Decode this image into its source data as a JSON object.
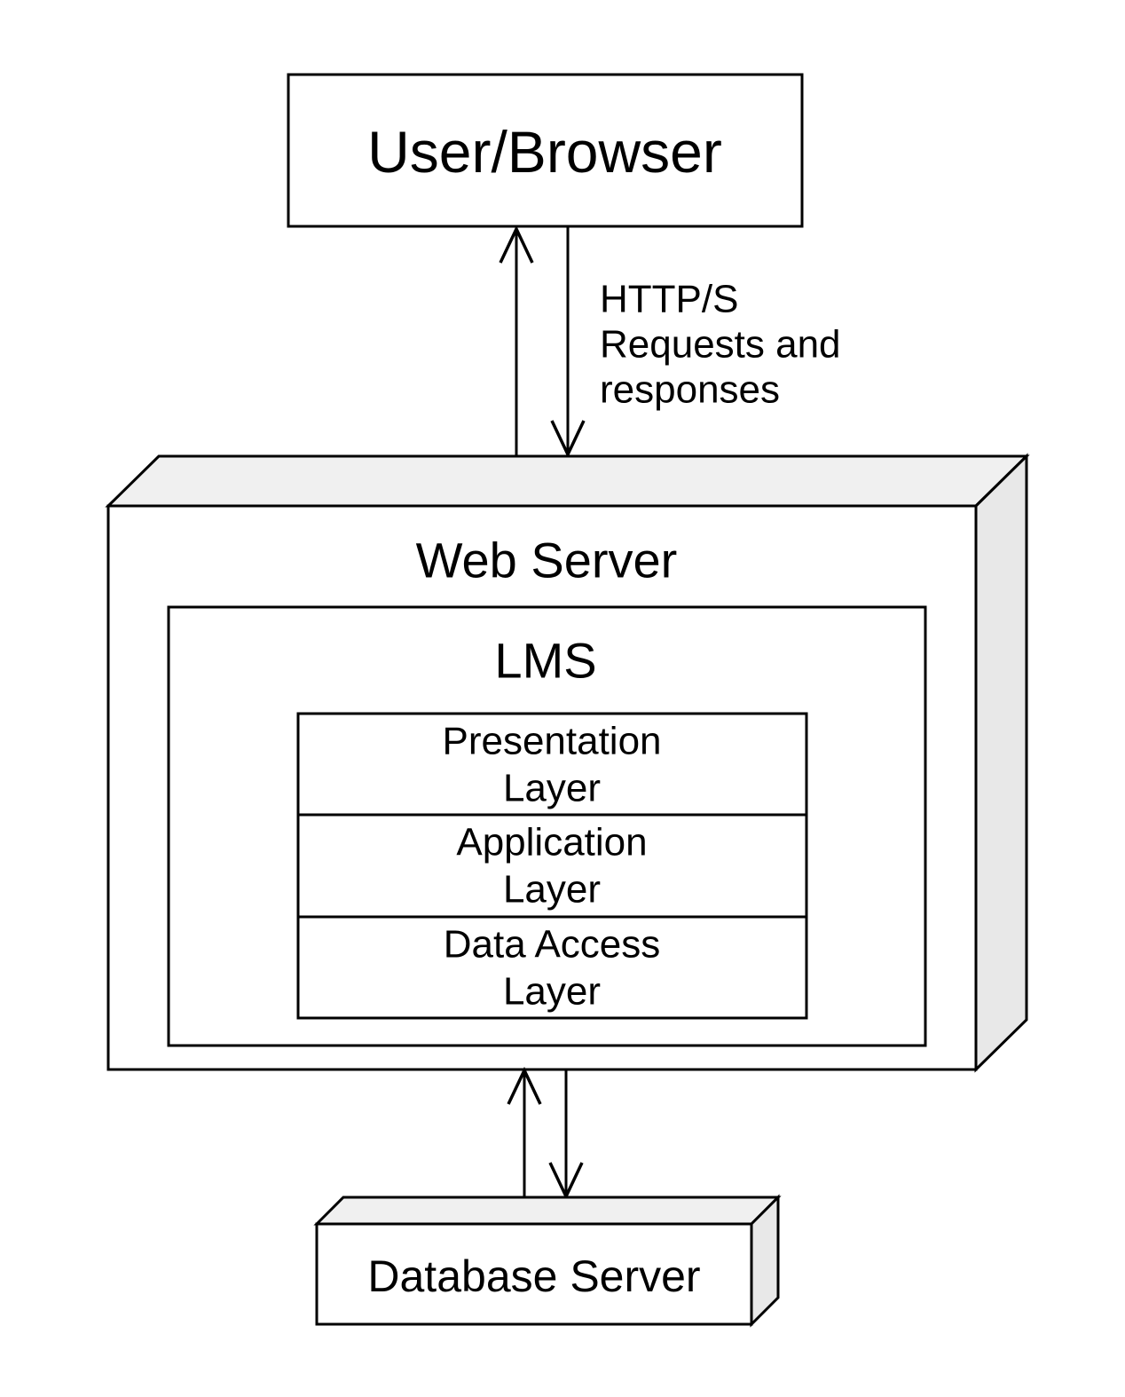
{
  "diagram": {
    "nodes": {
      "user_browser": {
        "label": "User/Browser"
      },
      "web_server": {
        "label": "Web Server"
      },
      "lms": {
        "label": "LMS"
      },
      "layers": [
        {
          "line1": "Presentation",
          "line2": "Layer"
        },
        {
          "line1": "Application",
          "line2": "Layer"
        },
        {
          "line1": "Data Access",
          "line2": "Layer"
        }
      ],
      "database_server": {
        "label": "Database Server"
      }
    },
    "edges": {
      "browser_webserver": {
        "label_line1": "HTTP/S",
        "label_line2": "Requests and",
        "label_line3": "responses",
        "direction": "bidirectional"
      },
      "webserver_database": {
        "direction": "bidirectional"
      }
    },
    "colors": {
      "stroke": "#000000",
      "face_front": "#ffffff",
      "face_top": "#f0f0f0",
      "face_side": "#e8e8e8",
      "background": "#ffffff"
    }
  }
}
